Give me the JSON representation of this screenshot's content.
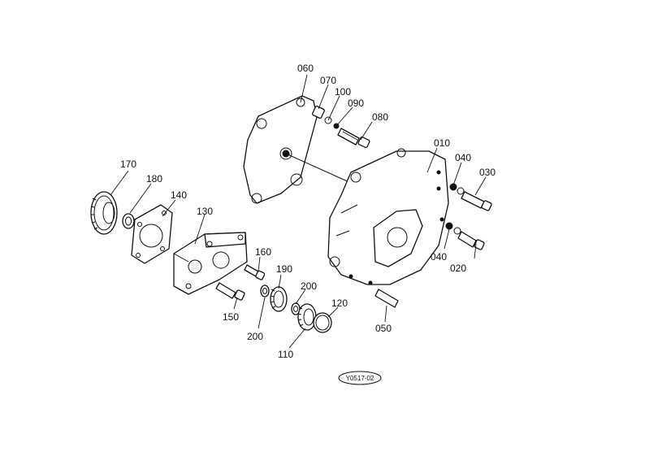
{
  "labels": {
    "p060": "060",
    "p070": "070",
    "p100": "100",
    "p090": "090",
    "p080": "080",
    "p010": "010",
    "p040a": "040",
    "p030": "030",
    "p040b": "040",
    "p020": "020",
    "p170": "170",
    "p180": "180",
    "p140": "140",
    "p130": "130",
    "p160": "160",
    "p190": "190",
    "p200a": "200",
    "p200b": "200",
    "p120": "120",
    "p150": "150",
    "p110": "110",
    "p050": "050"
  },
  "reference_code": "Y0517-02",
  "colors": {
    "ink": "#111111",
    "paper": "#ffffff"
  }
}
